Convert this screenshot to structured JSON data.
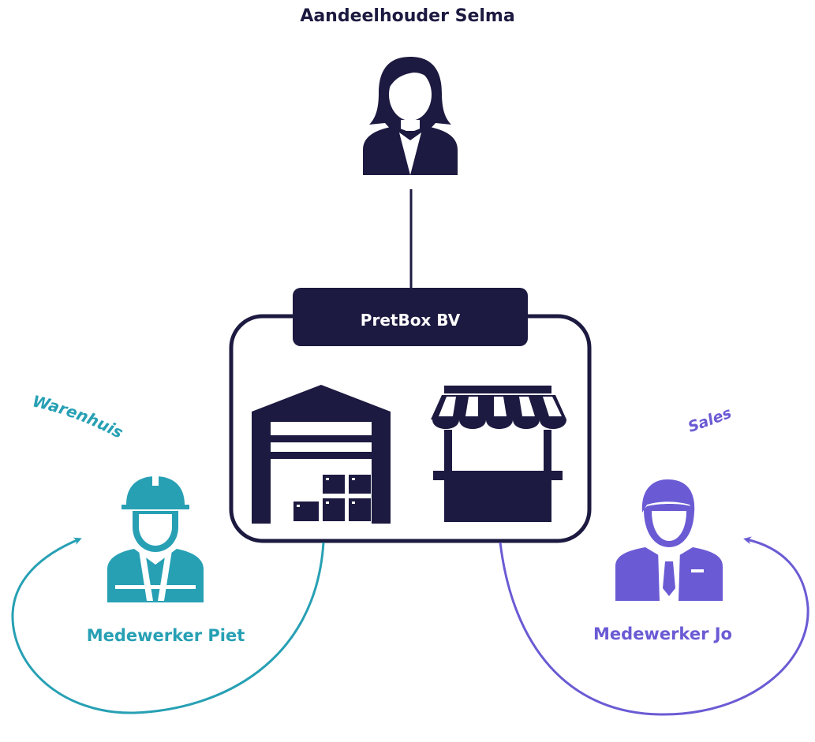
{
  "shareholder": {
    "name": "Aandeelhouder Selma",
    "icon": "woman-avatar-icon",
    "color": "#1c1a40"
  },
  "company": {
    "name": "PretBox BV",
    "icons": [
      "warehouse-icon",
      "market-stall-icon"
    ],
    "color": "#1c1a40"
  },
  "employees": [
    {
      "name": "Medewerker Piet",
      "department": "Warenhuis",
      "icon": "construction-worker-icon",
      "color": "#27a0b4"
    },
    {
      "name": "Medewerker Jo",
      "department": "Sales",
      "icon": "businessman-icon",
      "color": "#6a5bd4"
    }
  ]
}
